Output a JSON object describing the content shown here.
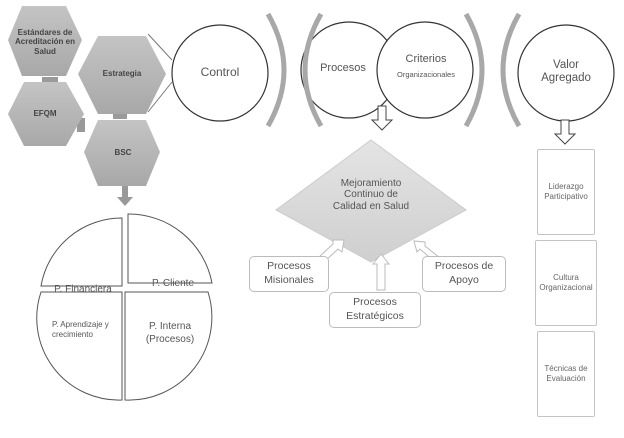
{
  "hexagons": [
    {
      "id": "estandares",
      "label": "Estándares de Acreditación en Salud"
    },
    {
      "id": "estrategia",
      "label": "Estrategia"
    },
    {
      "id": "efqm",
      "label": "EFQM"
    },
    {
      "id": "bsc",
      "label": "BSC"
    }
  ],
  "circles": [
    {
      "id": "control",
      "label": "Control"
    },
    {
      "id": "procesos",
      "label": "Procesos"
    },
    {
      "id": "criterios",
      "label": "Criterios",
      "sublabel": "Organizacionales"
    },
    {
      "id": "valor",
      "label": "Valor Agregado"
    }
  ],
  "diamond": {
    "label": "Mejoramiento Continuo de Calidad en Salud"
  },
  "process_boxes": [
    {
      "id": "misionales",
      "label": "Procesos Misionales"
    },
    {
      "id": "estrategicos",
      "label": "Procesos Estratégicos"
    },
    {
      "id": "apoyo",
      "label": "Procesos de Apoyo"
    }
  ],
  "value_boxes": [
    {
      "id": "liderazgo",
      "label": "Liderazgo Participativo"
    },
    {
      "id": "cultura",
      "label": "Cultura Organizacional"
    },
    {
      "id": "tecnicas",
      "label": "Técnicas de Evaluación"
    }
  ],
  "bsc_perspectives": [
    {
      "id": "financiera",
      "label": "P. Financiera"
    },
    {
      "id": "cliente",
      "label": "P. Cliente"
    },
    {
      "id": "aprendizaje",
      "label": "P. Aprendizaje y crecimiento"
    },
    {
      "id": "interna",
      "label": "P. Interna (Procesos)"
    }
  ],
  "colors": {
    "hex_fill": "#b4b4b4",
    "diamond_fill": "#d8d8d8",
    "arc": "#a8a8a8",
    "stroke": "#333333"
  }
}
